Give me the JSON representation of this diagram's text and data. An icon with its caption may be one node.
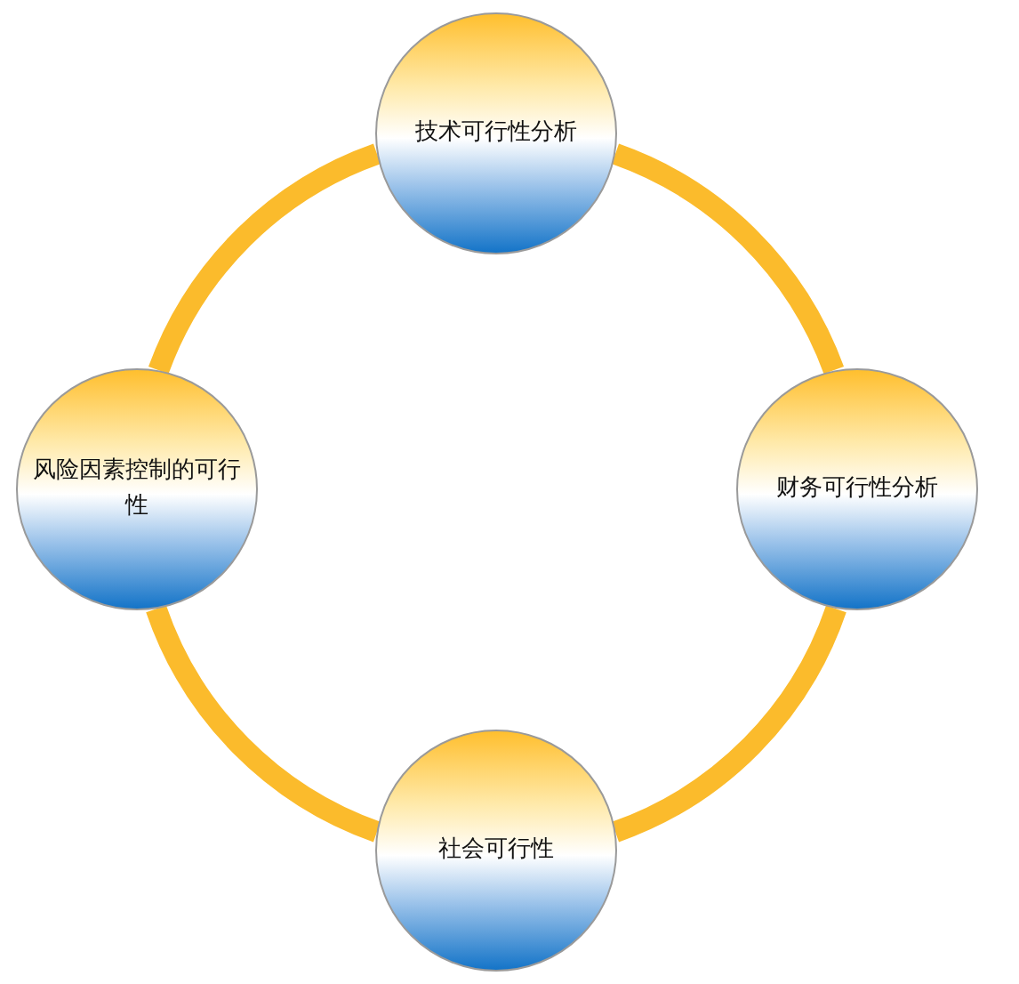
{
  "diagram": {
    "nodes": [
      {
        "text": [
          "技术可行性分析"
        ]
      },
      {
        "text": [
          "风险因素控制的可行性"
        ]
      },
      {
        "text": [
          "财务可行性分析"
        ]
      },
      {
        "text": [
          "社会可行性"
        ]
      }
    ],
    "edges": [
      {
        "from": 0,
        "to": 2,
        "arrow": "none"
      },
      {
        "from": 2,
        "to": 3,
        "arrow": "none"
      },
      {
        "from": 3,
        "to": 1,
        "arrow": "none"
      },
      {
        "from": 1,
        "to": 0,
        "arrow": "none"
      }
    ]
  }
}
